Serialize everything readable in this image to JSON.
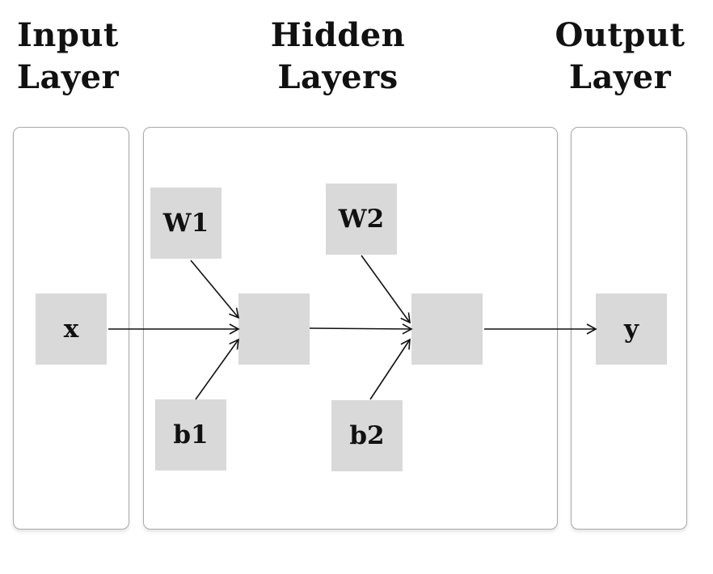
{
  "layers": {
    "input": {
      "line1": "Input",
      "line2": "Layer"
    },
    "hidden": {
      "line1": "Hidden",
      "line2": "Layers"
    },
    "output": {
      "line1": "Output",
      "line2": "Layer"
    }
  },
  "nodes": {
    "x": "x",
    "w1": "W1",
    "b1": "b1",
    "hidden1": "",
    "w2": "W2",
    "b2": "b2",
    "hidden2": "",
    "y": "y"
  },
  "edges": [
    {
      "from": "x",
      "to": "hidden1"
    },
    {
      "from": "W1",
      "to": "hidden1"
    },
    {
      "from": "b1",
      "to": "hidden1"
    },
    {
      "from": "hidden1",
      "to": "hidden2"
    },
    {
      "from": "W2",
      "to": "hidden2"
    },
    {
      "from": "b2",
      "to": "hidden2"
    },
    {
      "from": "hidden2",
      "to": "y"
    }
  ],
  "colors": {
    "node_fill": "#d9d9d9",
    "panel_border": "#a9a9a9",
    "edge": "#111111"
  }
}
